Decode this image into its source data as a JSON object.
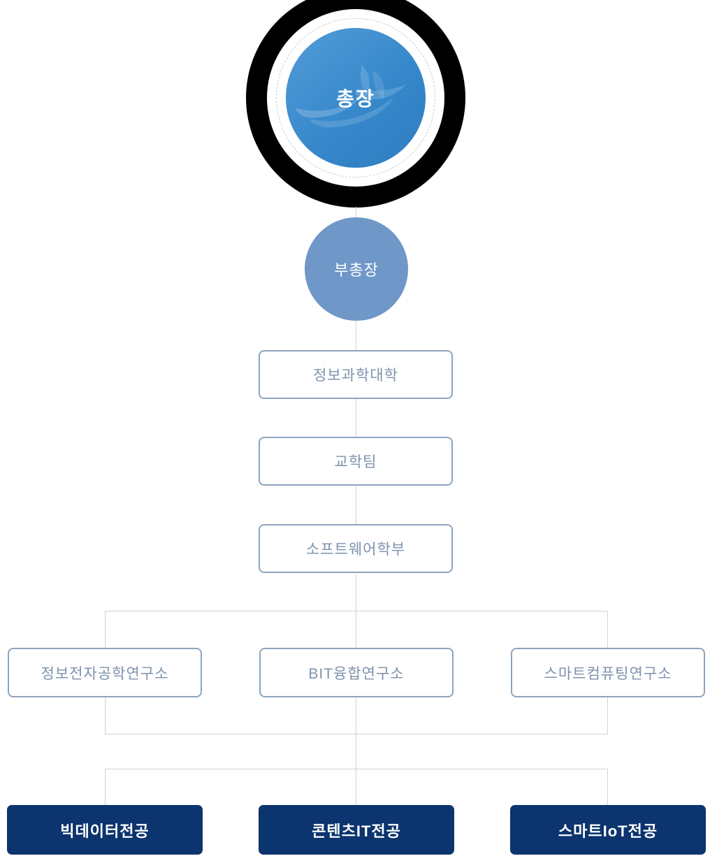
{
  "chart": {
    "president": {
      "label": "총장"
    },
    "vice_president": {
      "label": "부총장"
    },
    "units": [
      {
        "label": "정보과학대학"
      },
      {
        "label": "교학팀"
      },
      {
        "label": "소프트웨어학부"
      }
    ],
    "institutes": [
      {
        "label": "정보전자공학연구소"
      },
      {
        "label": "BIT융합연구소"
      },
      {
        "label": "스마트컴퓨팅연구소"
      }
    ],
    "majors": [
      {
        "label": "빅데이터전공"
      },
      {
        "label": "콘텐츠IT전공"
      },
      {
        "label": "스마트IoT전공"
      }
    ],
    "colors": {
      "president_gradient_start": "#549cd8",
      "president_gradient_end": "#2e7dc0",
      "president_ring": "#000000",
      "vice_president_fill": "#6f97c8",
      "node_border": "#8ea4bd",
      "node_text": "#7e92ac",
      "major_fill": "#0c346e",
      "connector": "#d2d2d2"
    }
  }
}
